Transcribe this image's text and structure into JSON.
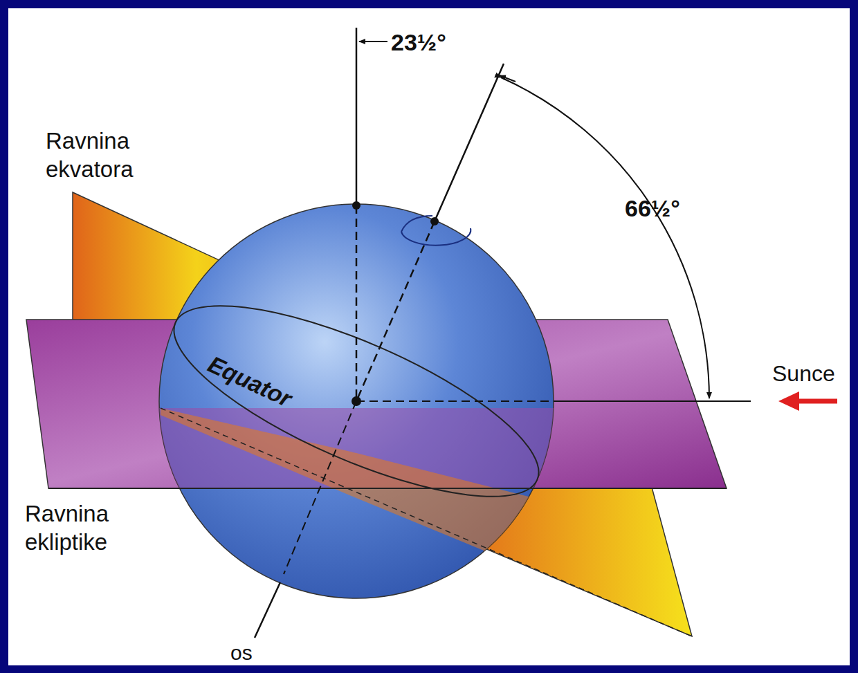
{
  "diagram": {
    "labels": [
      "23½°",
      "Ravnina ekvatora",
      "66½°",
      "Sunce",
      "Equator",
      "Ravnina ekliptike",
      "os"
    ]
  }
}
